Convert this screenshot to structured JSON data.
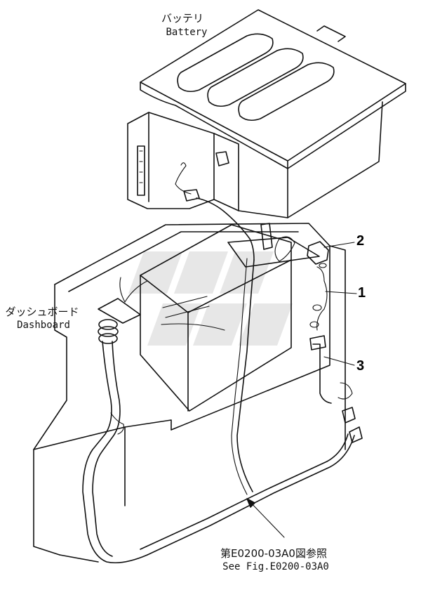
{
  "labels": {
    "battery_jp": "バッテリ",
    "battery_en": "Battery",
    "dashboard_jp": "ダッシュボード",
    "dashboard_en": "Dashboard",
    "reference_jp": "第E0200-03A0図参照",
    "reference_en": "See Fig.E0200-03A0"
  },
  "callouts": [
    {
      "number": "2"
    },
    {
      "number": "1"
    },
    {
      "number": "3"
    }
  ]
}
